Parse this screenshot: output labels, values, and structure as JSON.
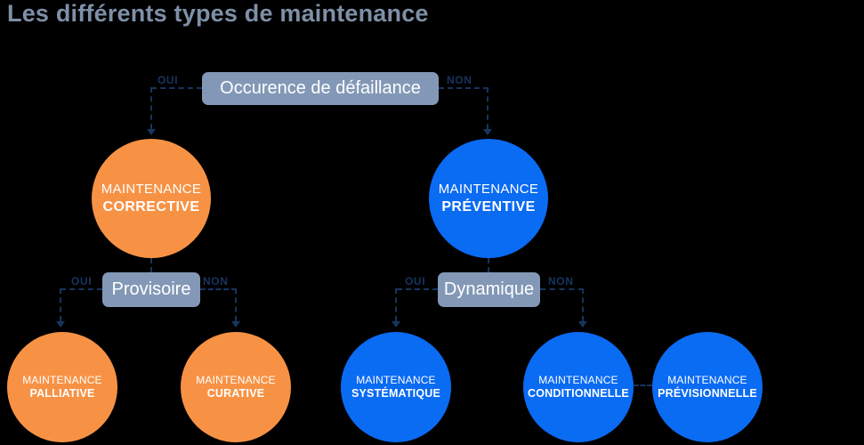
{
  "title": "Les différents types de maintenance",
  "colors": {
    "orange": "#F79245",
    "blue": "#0A6BF3",
    "navy": "#17345F",
    "slate": "#8298B6",
    "title": "#7E90A7",
    "bg": "#000000"
  },
  "flow": {
    "root": {
      "label": "Occurence de défaillance",
      "yes_label": "OUI",
      "no_label": "NON"
    },
    "provisoire": {
      "label": "Provisoire",
      "yes_label": "OUI",
      "no_label": "NON"
    },
    "dynamique": {
      "label": "Dynamique",
      "yes_label": "OUI",
      "no_label": "NON"
    },
    "corrective": {
      "line1": "MAINTENANCE",
      "line2": "CORRECTIVE"
    },
    "preventive": {
      "line1": "MAINTENANCE",
      "line2": "PRÉVENTIVE"
    },
    "palliative": {
      "line1": "MAINTENANCE",
      "line2": "PALLIATIVE"
    },
    "curative": {
      "line1": "MAINTENANCE",
      "line2": "CURATIVE"
    },
    "systematique": {
      "line1": "MAINTENANCE",
      "line2": "SYSTÉMATIQUE"
    },
    "conditionnelle": {
      "line1": "MAINTENANCE",
      "line2": "CONDITIONNELLE"
    },
    "previsionnelle": {
      "line1": "MAINTENANCE",
      "line2": "PRÉVISIONNELLE"
    }
  }
}
